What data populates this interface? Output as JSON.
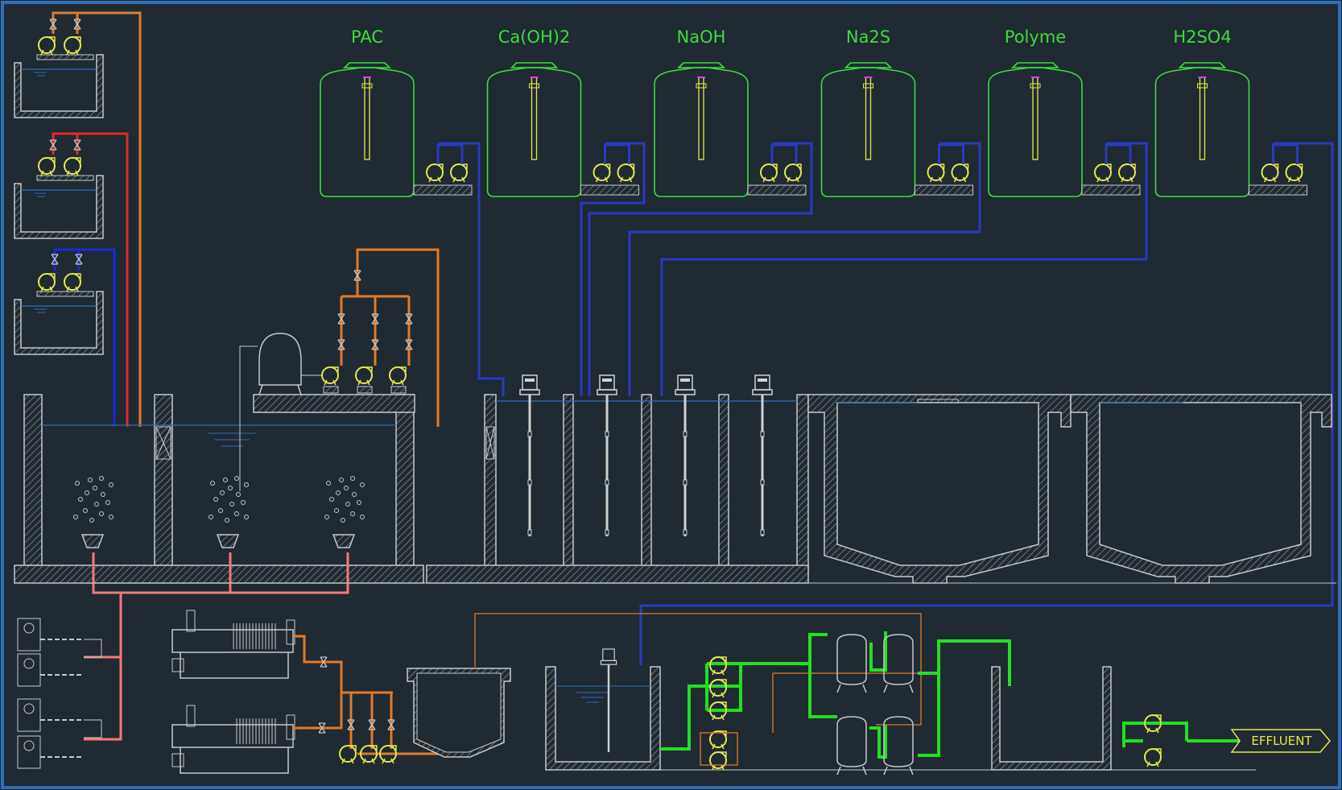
{
  "tanks": [
    {
      "id": "pac",
      "label": "PAC"
    },
    {
      "id": "caoh2",
      "label": "Ca(OH)2"
    },
    {
      "id": "naoh",
      "label": "NaOH"
    },
    {
      "id": "na2s",
      "label": "Na2S"
    },
    {
      "id": "polyme",
      "label": "Polyme"
    },
    {
      "id": "h2so4",
      "label": "H2SO4"
    }
  ],
  "effluent": {
    "label": "EFFLUENT"
  },
  "colors": {
    "background": "#1f2a33",
    "border": "#2f6fb5",
    "tank": "#3ddc3d",
    "pump": "#e8e84a",
    "blue_line": "#2b3bbd",
    "dark_blue_line": "#1a2ad8",
    "orange_line": "#e07a2a",
    "red_line": "#e02a2a",
    "salmon_line": "#f07a78",
    "bright_green": "#22e022",
    "structure": "#c8c8c8"
  }
}
